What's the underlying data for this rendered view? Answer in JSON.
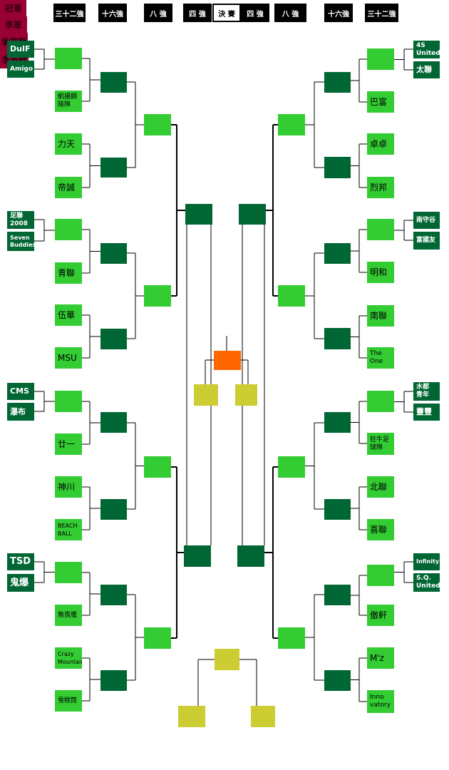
{
  "headers": [
    "三十二強",
    "十六強",
    "八 強",
    "四 強",
    "決 賽",
    "四 強",
    "八 強",
    "十六強",
    "三十二強"
  ],
  "labels": {
    "champion": "冠軍",
    "third_place": "季軍",
    "third_place_match_left": "季軍戰",
    "third_place_match_right": "季軍戰"
  },
  "teams": [
    "DuIF",
    "Amigo",
    "凱揚鋼\n陵隊",
    "力天",
    "帝誠",
    "足聯\n2008",
    "Seven\nBuddies",
    "青聯",
    "伍華",
    "MSU",
    "CMS",
    "瀑布",
    "廿一",
    "神川",
    "BEACH\nBALL",
    "TSD",
    "鬼爆",
    "無畏艦",
    "Crazy\nMountain",
    "雪糕筒",
    "4S\nUnited",
    "太聯",
    "巴富",
    "卓卓",
    "烈邦",
    "南守谷",
    "富國友",
    "明和",
    "南聯",
    "The\nOne",
    "水都\n青年",
    "靈豐",
    "狂牛足\n球隊",
    "北聯",
    "喜聯",
    "Infinity",
    "S.Q.\nUnited",
    "傲軒",
    "M'z",
    "Inno\nvatory"
  ],
  "colors": {
    "light_green": "#33cc33",
    "dark_green": "#006633",
    "yellow": "#cccc33",
    "orange": "#ff6600",
    "maroon": "#990033",
    "header_bg": "#000000"
  }
}
